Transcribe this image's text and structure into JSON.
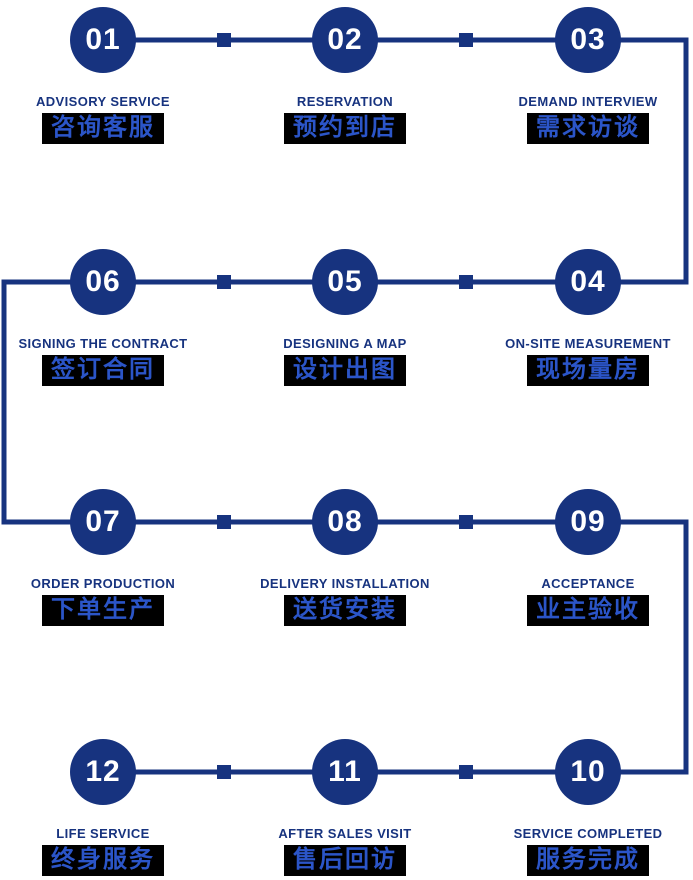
{
  "colors": {
    "navy": "#17337f",
    "blue": "#2b55c8",
    "label_bg": "#000000",
    "number_text": "#ffffff",
    "page_bg": "#ffffff"
  },
  "steps": [
    {
      "number": "01",
      "en": "ADVISORY SERVICE",
      "zh": "咨询客服"
    },
    {
      "number": "02",
      "en": "RESERVATION",
      "zh": "预约到店"
    },
    {
      "number": "03",
      "en": "DEMAND INTERVIEW",
      "zh": "需求访谈"
    },
    {
      "number": "04",
      "en": "ON-SITE MEASUREMENT",
      "zh": "现场量房"
    },
    {
      "number": "05",
      "en": "DESIGNING A MAP",
      "zh": "设计出图"
    },
    {
      "number": "06",
      "en": "SIGNING THE CONTRACT",
      "zh": "签订合同"
    },
    {
      "number": "07",
      "en": "ORDER PRODUCTION",
      "zh": "下单生产"
    },
    {
      "number": "08",
      "en": "DELIVERY INSTALLATION",
      "zh": "送货安装"
    },
    {
      "number": "09",
      "en": "ACCEPTANCE",
      "zh": "业主验收"
    },
    {
      "number": "10",
      "en": "SERVICE COMPLETED",
      "zh": "服务完成"
    },
    {
      "number": "11",
      "en": "AFTER SALES VISIT",
      "zh": "售后回访"
    },
    {
      "number": "12",
      "en": "LIFE SERVICE",
      "zh": "终身服务"
    }
  ]
}
